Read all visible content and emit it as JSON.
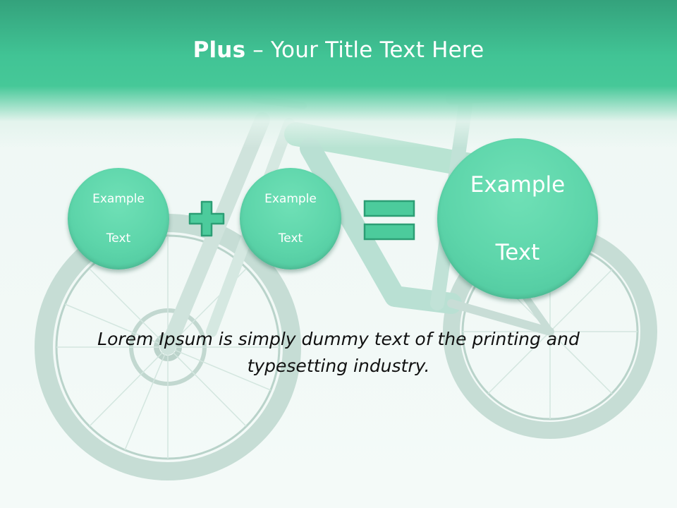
{
  "title": {
    "strong": "Plus",
    "rest": " – Your Title Text Here"
  },
  "circles": [
    {
      "line1": "Example",
      "line2": "Text"
    },
    {
      "line1": "Example",
      "line2": "Text"
    },
    {
      "line1": "Example",
      "line2": "Text"
    }
  ],
  "operators": {
    "plus": "plus-icon",
    "equals": "equals-icon"
  },
  "body_text": "Lorem Ipsum is simply dummy text of the printing and typesetting industry.",
  "colors": {
    "accent": "#46c898",
    "header_dark": "#34a27c",
    "circle": "#5dd5aa",
    "text": "#111111"
  }
}
